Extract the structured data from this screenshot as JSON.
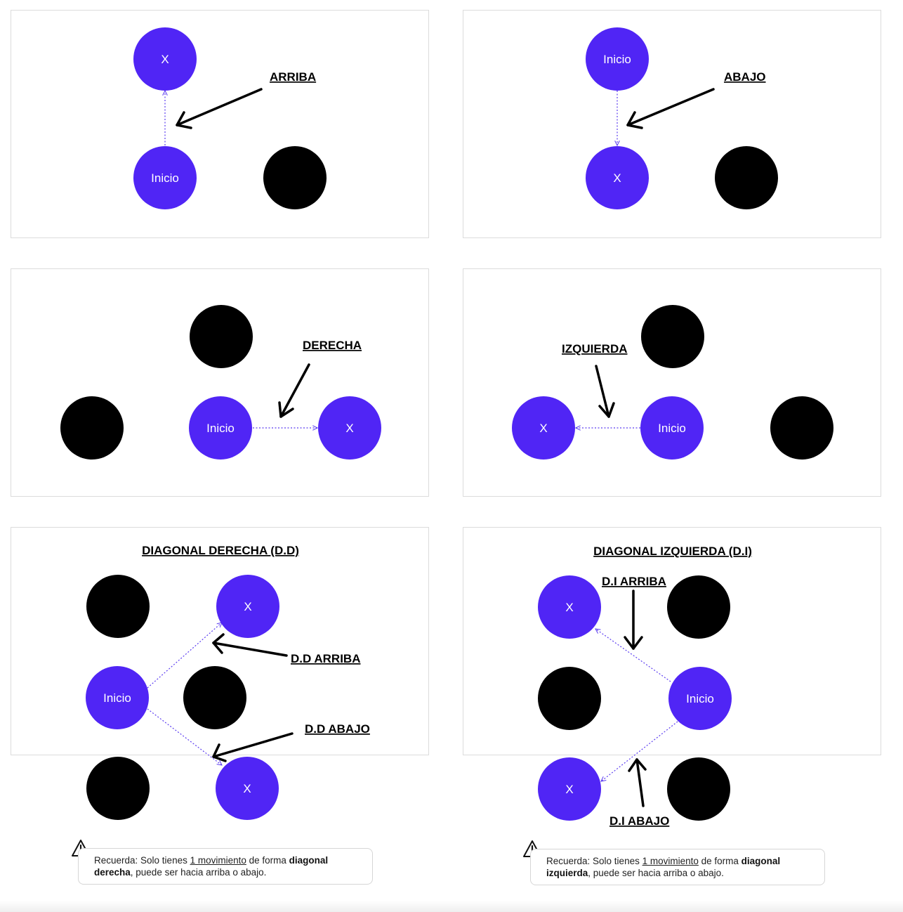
{
  "colors": {
    "accent": "#5025f5",
    "obstacle": "#000000",
    "dotted": "#5b3cf0"
  },
  "panels": {
    "up": {
      "label": "ARRIBA",
      "start": "Inicio",
      "target": "X"
    },
    "down": {
      "label": "ABAJO",
      "start": "Inicio",
      "target": "X"
    },
    "right": {
      "label": "DERECHA",
      "start": "Inicio",
      "target": "X"
    },
    "left": {
      "label": "IZQUIERDA",
      "start": "Inicio",
      "target": "X"
    },
    "dd": {
      "title": "DIAGONAL DERECHA (D.D)",
      "start": "Inicio",
      "target_up": "X",
      "target_down": "X",
      "label_up": "D.D ARRIBA",
      "label_down": "D.D ABAJO",
      "note": {
        "prefix": "Recuerda: Solo tienes ",
        "count": "1 movimiento",
        "middle": " de forma ",
        "bold": "diagonal derecha",
        "suffix": ", puede ser hacia arriba o abajo."
      }
    },
    "di": {
      "title": "DIAGONAL IZQUIERDA (D.I)",
      "start": "Inicio",
      "target_up": "X",
      "target_down": "X",
      "label_up": "D.I ARRIBA",
      "label_down": "D.I ABAJO",
      "note": {
        "prefix": "Recuerda: Solo tienes ",
        "count": "1 movimiento",
        "middle": " de forma ",
        "bold": "diagonal izquierda",
        "suffix": ", puede ser hacia arriba o abajo."
      }
    }
  }
}
